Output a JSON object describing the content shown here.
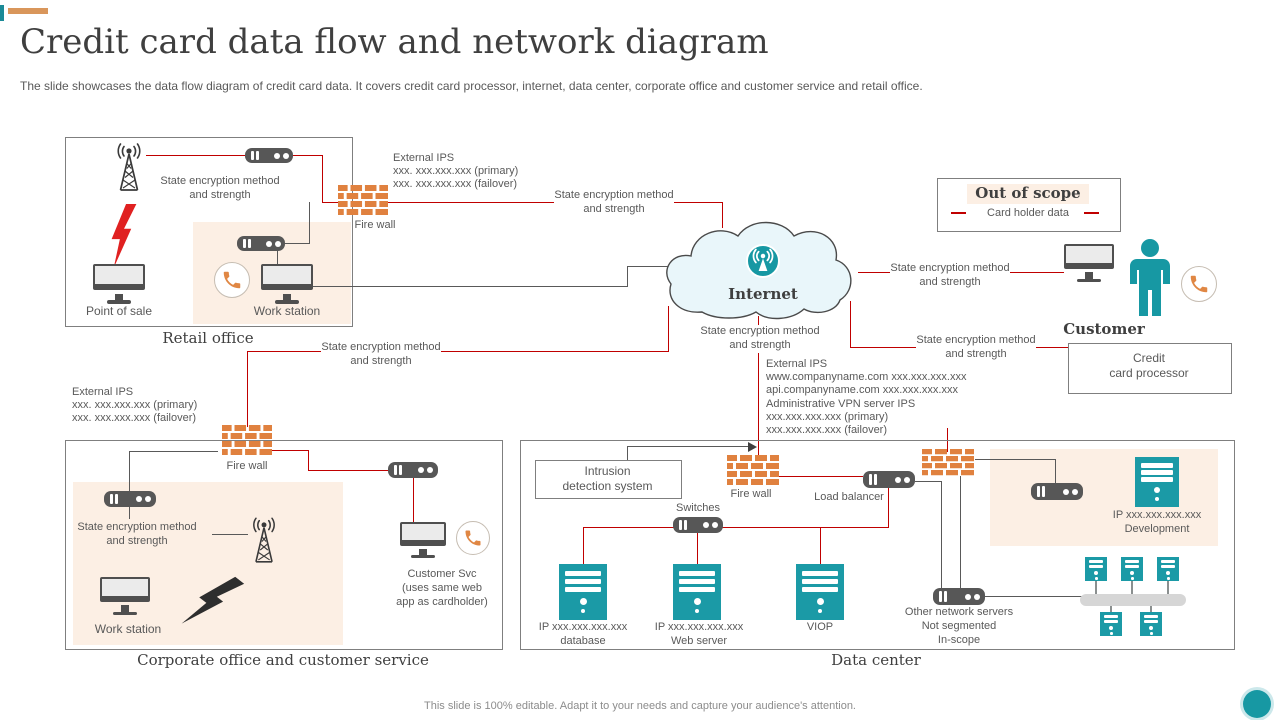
{
  "slide": {
    "title": "Credit card data flow and network diagram",
    "subtitle": "The slide showcases the data flow diagram of credit card data. It covers credit card processor, internet, data center, corporate office and customer service and retail office.",
    "footer": "This slide is 100% editable. Adapt it to your needs and capture your audience's attention."
  },
  "labels": {
    "state_encryption": "State encryption method and strength",
    "fire_wall": "Fire wall"
  },
  "retail": {
    "title": "Retail office",
    "point_of_sale": "Point of sale",
    "work_station": "Work station",
    "external_ips": {
      "lines": [
        "External IPS",
        "xxx. xxx.xxx.xxx (primary)",
        "xxx. xxx.xxx.xxx (failover)"
      ]
    }
  },
  "internet": {
    "label": "Internet"
  },
  "out_of_scope": {
    "title": "Out of scope",
    "body": "Card holder data"
  },
  "customer": {
    "label": "Customer"
  },
  "processor": {
    "lines": [
      "Credit",
      "card processor"
    ]
  },
  "center_ips": {
    "lines": [
      "External IPS",
      "www.companyname.com xxx.xxx.xxx.xxx",
      "api.companyname.com xxx.xxx.xxx.xxx",
      "Administrative VPN server IPS",
      "xxx.xxx.xxx.xxx (primary)",
      "xxx.xxx.xxx.xxx (failover)"
    ]
  },
  "corporate": {
    "title": "Corporate office and customer service",
    "work_station": "Work station",
    "external_ips": {
      "lines": [
        "External IPS",
        "xxx. xxx.xxx.xxx (primary)",
        "xxx. xxx.xxx.xxx (failover)"
      ]
    },
    "customer_svc": {
      "lines": [
        "Customer Svc",
        "(uses same web",
        "app as cardholder)"
      ]
    }
  },
  "datacenter": {
    "title": "Data center",
    "ids": {
      "lines": [
        "Intrusion",
        "detection system"
      ]
    },
    "load_balancer": "Load balancer",
    "switches": "Switches",
    "database": {
      "lines": [
        "IP xxx.xxx.xxx.xxx",
        "database"
      ]
    },
    "web_server": {
      "lines": [
        "IP xxx.xxx.xxx.xxx",
        "Web server"
      ]
    },
    "viop": "VIOP",
    "development": {
      "lines": [
        "IP xxx.xxx.xxx.xxx",
        "Development"
      ]
    },
    "other_servers": {
      "lines": [
        "Other network servers",
        "Not segmented",
        "In-scope"
      ]
    }
  },
  "colors": {
    "accent_orange": "#D9965B",
    "brick_orange": "#E0813F",
    "teal": "#1798A3",
    "red_line": "#C00000",
    "gray_line": "#595959",
    "peach_bg": "#FCEFE4",
    "cloud_fill": "#E9F6FA"
  }
}
